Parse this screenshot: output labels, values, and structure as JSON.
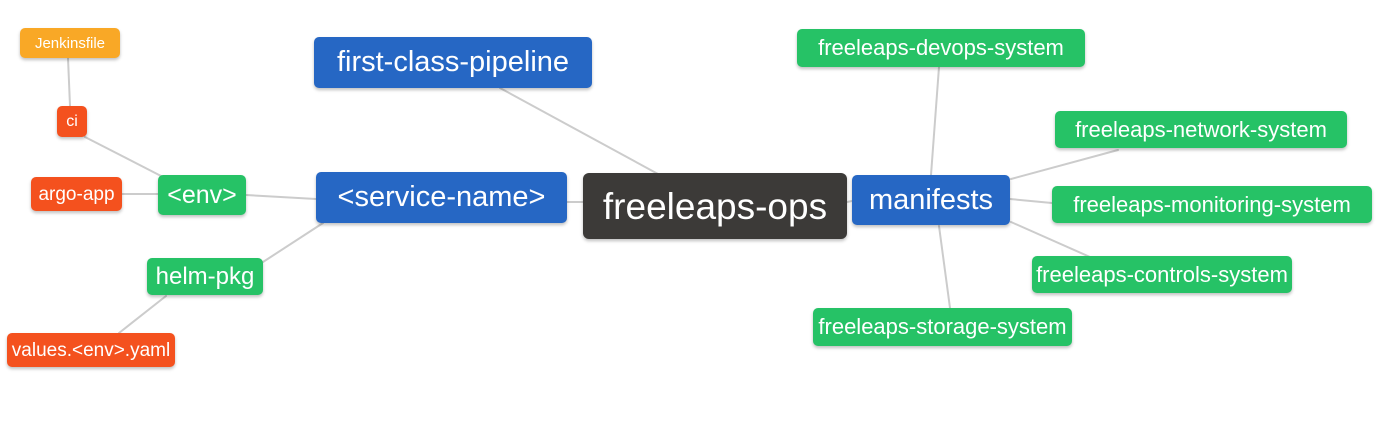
{
  "palette": {
    "node_blue": "#2667C4",
    "node_green": "#26C266",
    "node_orange": "#F9A826",
    "node_red": "#F4511E",
    "node_dark": "#3C3A38",
    "edge_gray": "#CCCCCC",
    "text_white": "#FFFFFF",
    "background": "#FFFFFF"
  },
  "nodes": {
    "root": {
      "label": "freeleaps-ops",
      "color": "dark"
    },
    "first_class_pipeline": {
      "label": "first-class-pipeline",
      "color": "blue"
    },
    "service_name": {
      "label": "<service-name>",
      "color": "blue"
    },
    "manifests": {
      "label": "manifests",
      "color": "blue"
    },
    "env": {
      "label": "<env>",
      "color": "green"
    },
    "helm_pkg": {
      "label": "helm-pkg",
      "color": "green"
    },
    "ci": {
      "label": "ci",
      "color": "red"
    },
    "argo_app": {
      "label": "argo-app",
      "color": "red"
    },
    "values_env_yaml": {
      "label": "values.<env>.yaml",
      "color": "red"
    },
    "jenkinsfile": {
      "label": "Jenkinsfile",
      "color": "orange"
    },
    "devops_system": {
      "label": "freeleaps-devops-system",
      "color": "green"
    },
    "network_system": {
      "label": "freeleaps-network-system",
      "color": "green"
    },
    "monitoring_system": {
      "label": "freeleaps-monitoring-system",
      "color": "green"
    },
    "controls_system": {
      "label": "freeleaps-controls-system",
      "color": "green"
    },
    "storage_system": {
      "label": "freeleaps-storage-system",
      "color": "green"
    }
  },
  "edges": [
    [
      "jenkinsfile",
      "ci"
    ],
    [
      "ci",
      "env"
    ],
    [
      "argo_app",
      "env"
    ],
    [
      "env",
      "service_name"
    ],
    [
      "helm_pkg",
      "service_name"
    ],
    [
      "values_env_yaml",
      "helm_pkg"
    ],
    [
      "first_class_pipeline",
      "root"
    ],
    [
      "service_name",
      "root"
    ],
    [
      "root",
      "manifests"
    ],
    [
      "manifests",
      "devops_system"
    ],
    [
      "manifests",
      "network_system"
    ],
    [
      "manifests",
      "monitoring_system"
    ],
    [
      "manifests",
      "controls_system"
    ],
    [
      "manifests",
      "storage_system"
    ]
  ]
}
